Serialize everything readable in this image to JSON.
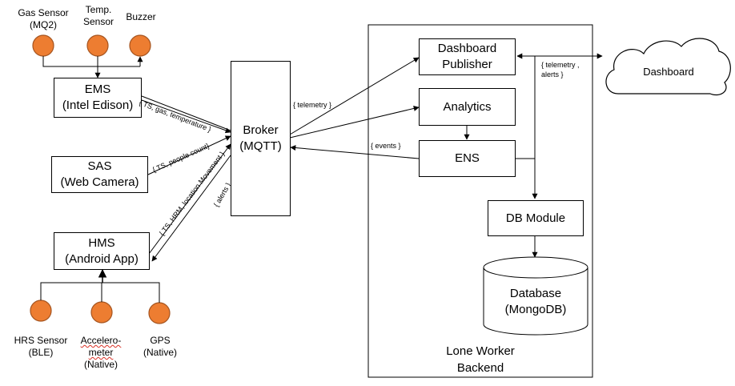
{
  "sensors_top": {
    "gas": [
      "Gas Sensor",
      "(MQ2)"
    ],
    "temp": [
      "Temp.",
      "Sensor"
    ],
    "buzzer": "Buzzer"
  },
  "ems": [
    "EMS",
    "(Intel Edison)"
  ],
  "sas": [
    "SAS",
    "(Web Camera)"
  ],
  "hms": [
    "HMS",
    "(Android App)"
  ],
  "sensors_bottom": {
    "hrs": [
      "HRS Sensor",
      "(BLE)"
    ],
    "accel": [
      "Accelero-",
      "meter",
      "(Native)"
    ],
    "gps": [
      "GPS",
      "(Native)"
    ]
  },
  "broker": [
    "Broker",
    "(MQTT)"
  ],
  "backend": {
    "publisher": [
      "Dashboard",
      "Publisher"
    ],
    "analytics": "Analytics",
    "ens": "ENS",
    "db_module": "DB Module",
    "database": [
      "Database",
      "(MongoDB)"
    ],
    "title": [
      "Lone Worker",
      "Backend"
    ]
  },
  "dashboard": "Dashboard",
  "edge_labels": {
    "ems_broker": "{ TS, gas,  temperature }",
    "sas_broker": "{ TS, people count}",
    "hms_broker": "{ TS, HRM, location Movement }",
    "alerts": "{ alerts }",
    "telemetry": "{ telemetry }",
    "events": "{ events }",
    "dash_1": "{ telemetry ,",
    "dash_2": "alerts  }"
  },
  "colors": {
    "sensor_fill": "#ED7D31",
    "sensor_stroke": "#A5541F",
    "line": "#000000"
  }
}
